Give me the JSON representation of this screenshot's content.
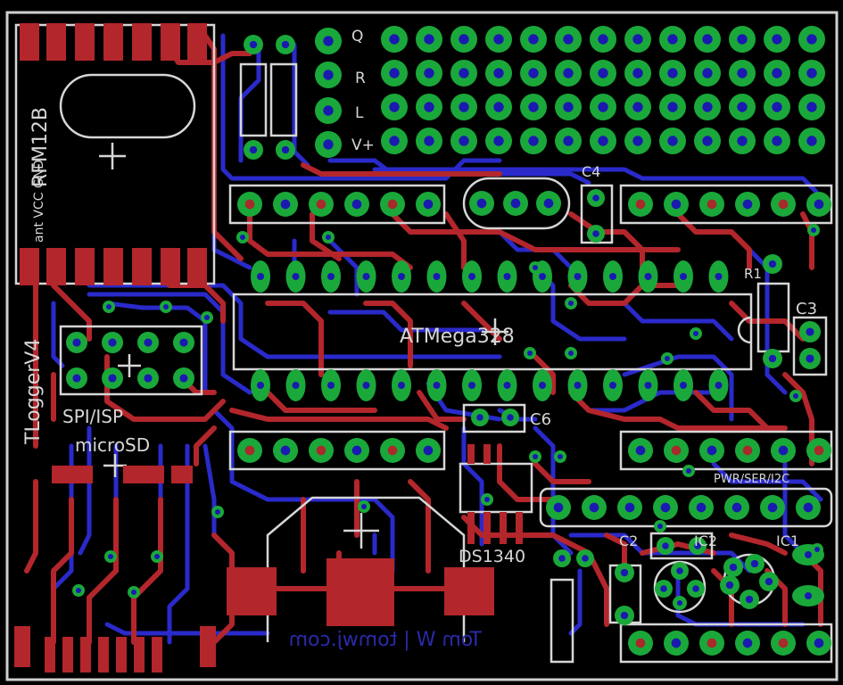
{
  "board": {
    "labels": {
      "rfm": "RFM12B",
      "rfm_pins": "ant VCC GND",
      "tlogger": "TLoggerV4",
      "spi_isp": "SPI/ISP",
      "microsd": "microSD",
      "atmega": "ATMega328",
      "c4": "C4",
      "c6": "C6",
      "c3": "C3",
      "r1": "R1",
      "c2": "C2",
      "ic2": "IC2",
      "ic1": "IC1",
      "ds1340": "DS1340",
      "pwr_i2c": "PWR/SER/I2C",
      "url": "Tom W | tomwj.com",
      "conn_q": "Q",
      "conn_r": "R",
      "conn_l": "L",
      "conn_v": "V+"
    },
    "colors": {
      "background": "#000000",
      "silkscreen": "#d6d6d6",
      "top_copper": "#b3262c",
      "bottom_copper": "#2a2acb",
      "pad": "#1aa83a"
    }
  }
}
